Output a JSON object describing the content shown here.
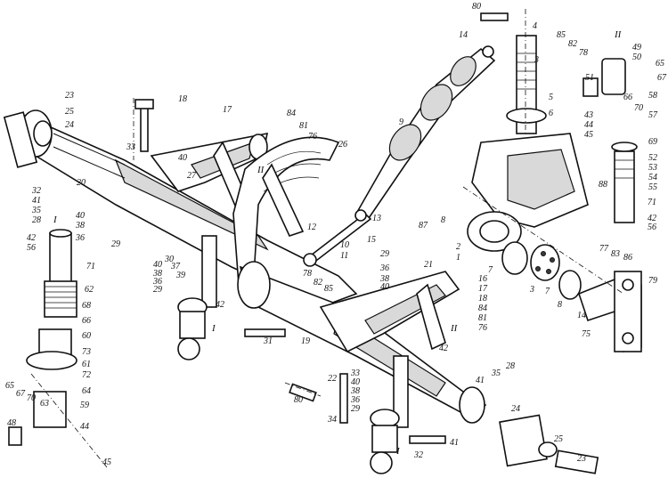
{
  "numerals": {
    "n80a": "80",
    "n14a": "14",
    "n4": "4",
    "n85a": "85",
    "n82a": "82",
    "n78a": "78",
    "n3a": "3",
    "n5": "5",
    "n6": "6",
    "n9": "9",
    "n26": "26",
    "n13": "13",
    "n15": "15",
    "n12": "12",
    "n10": "10",
    "n11": "11",
    "n87a": "87",
    "n8a": "8",
    "n2": "2",
    "n1": "1",
    "n7a": "7",
    "n3b": "3",
    "n7b": "7",
    "n8b": "8",
    "n14b": "14",
    "n75": "75",
    "n79": "79",
    "n86": "86",
    "n83": "83",
    "n77": "77",
    "n16": "16",
    "n17b": "17",
    "n18b": "18",
    "n84b": "84",
    "n81b": "81",
    "n76": "76",
    "n49": "49",
    "n50": "50",
    "n65a": "65",
    "n67a": "67",
    "n51": "51",
    "n58": "58",
    "n57": "57",
    "n70a": "70",
    "n66b": "66",
    "n43": "43",
    "n44a": "44",
    "n45a": "45",
    "n69": "69",
    "n52": "52",
    "n53": "53",
    "n54": "54",
    "n55": "55",
    "n88": "88",
    "n71a": "71",
    "n42a": "42",
    "n56a": "56",
    "n23a": "23",
    "n25a": "25",
    "n24a": "24",
    "n32a": "32",
    "n41a": "41",
    "n35a": "35",
    "n28a": "28",
    "n20": "20",
    "n18": "18",
    "n17": "17",
    "n33a": "33",
    "n40a": "40",
    "n27": "27",
    "n84": "84",
    "n81": "81",
    "n76a": "76",
    "n40b": "40",
    "n38a": "38",
    "n36a": "36",
    "n29a": "29",
    "n42b": "42",
    "n56b": "56",
    "n71b": "71",
    "n62": "62",
    "n68": "68",
    "n66": "66",
    "n60": "60",
    "n73": "73",
    "n61": "61",
    "n72": "72",
    "n64": "64",
    "n65b": "65",
    "n67b": "67",
    "n70b": "70",
    "n63": "63",
    "n59": "59",
    "n48": "48",
    "n44b": "44",
    "n45b": "45",
    "n30": "30",
    "n37": "37",
    "n39": "39",
    "n40c": "40",
    "n38b": "38",
    "n36b": "36",
    "n29b": "29",
    "n42c": "42",
    "n31": "31",
    "n19": "19",
    "n78b": "78",
    "n82b": "82",
    "n85b": "85",
    "n29c": "29",
    "n36c": "36",
    "n38c": "38",
    "n40d": "40",
    "n21": "21",
    "n42d": "42",
    "n22": "22",
    "n33b": "33",
    "n40e": "40",
    "n38d": "38",
    "n36d": "36",
    "n29d": "29",
    "n80b": "80",
    "n34": "34",
    "n41b": "41",
    "n35b": "35",
    "n28b": "28",
    "n24b": "24",
    "n32b": "32",
    "n41c": "41",
    "n25b": "25",
    "n23b": "23"
  },
  "roman": {
    "r1a": "I",
    "r1b": "I",
    "r1c": "I",
    "r1d": "I",
    "r2a": "II",
    "r2b": "II",
    "r2c": "II"
  }
}
